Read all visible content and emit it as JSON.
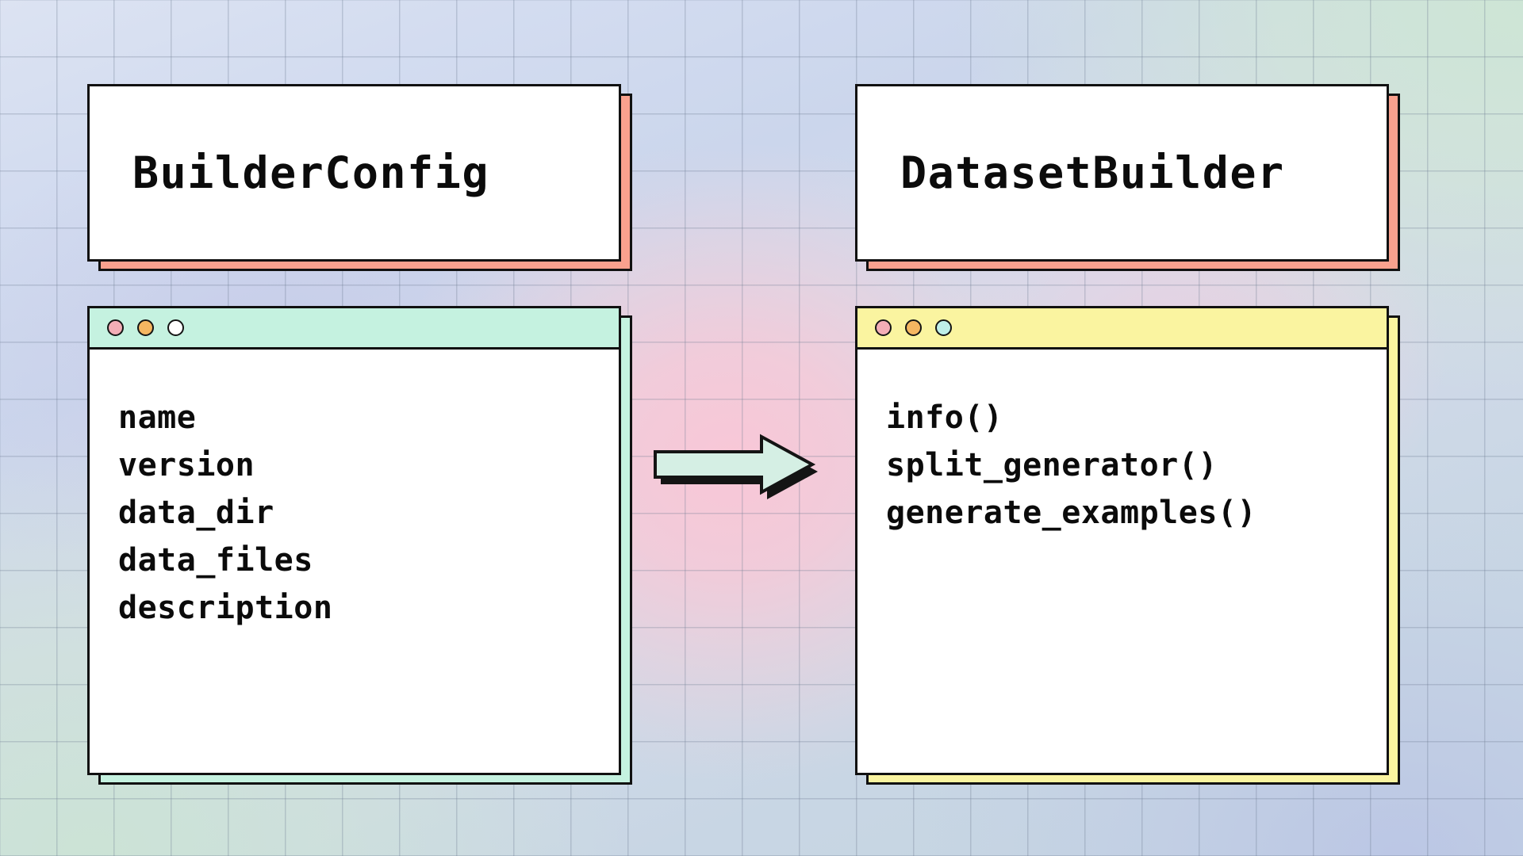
{
  "diagram": {
    "title": "BuilderConfig to DatasetBuilder relationship",
    "background": {
      "style": "pastel-gradient-graph-paper",
      "colors": {
        "top_left": "#DCE3F2",
        "top_right": "#D3E4D8",
        "center": "#F9C8D6",
        "bottom_left": "#CCE3D6",
        "bottom_right": "#BCC6E4",
        "grid_line": "#6E7C92"
      }
    },
    "connector": {
      "name": "arrow-right",
      "direction": "left-to-right",
      "from": "BuilderConfig",
      "to": "DatasetBuilder",
      "fill": "#D5EFE4",
      "outline": "#141414"
    }
  },
  "left": {
    "title_card": {
      "label": "BuilderConfig",
      "shadow_color": "#F9A18E",
      "background": "#FFFFFF"
    },
    "window": {
      "titlebar_color": "#C5F2E0",
      "shadow_color": "#C5F2E0",
      "dots": [
        {
          "name": "close-dot",
          "color": "#F3ADB6"
        },
        {
          "name": "minimize-dot",
          "color": "#F5B661"
        },
        {
          "name": "maximize-dot",
          "color": "#FFFFFF"
        }
      ],
      "members": [
        "name",
        "version",
        "data_dir",
        "data_files",
        "description"
      ]
    }
  },
  "right": {
    "title_card": {
      "label": "DatasetBuilder",
      "shadow_color": "#F9A18E",
      "background": "#FFFFFF"
    },
    "window": {
      "titlebar_color": "#FAF4A0",
      "shadow_color": "#FAF4A0",
      "dots": [
        {
          "name": "close-dot",
          "color": "#F3ADB6"
        },
        {
          "name": "minimize-dot",
          "color": "#F5B661"
        },
        {
          "name": "maximize-dot",
          "color": "#BFEFE9"
        }
      ],
      "members": [
        "info()",
        "split_generator()",
        "generate_examples()"
      ]
    }
  }
}
